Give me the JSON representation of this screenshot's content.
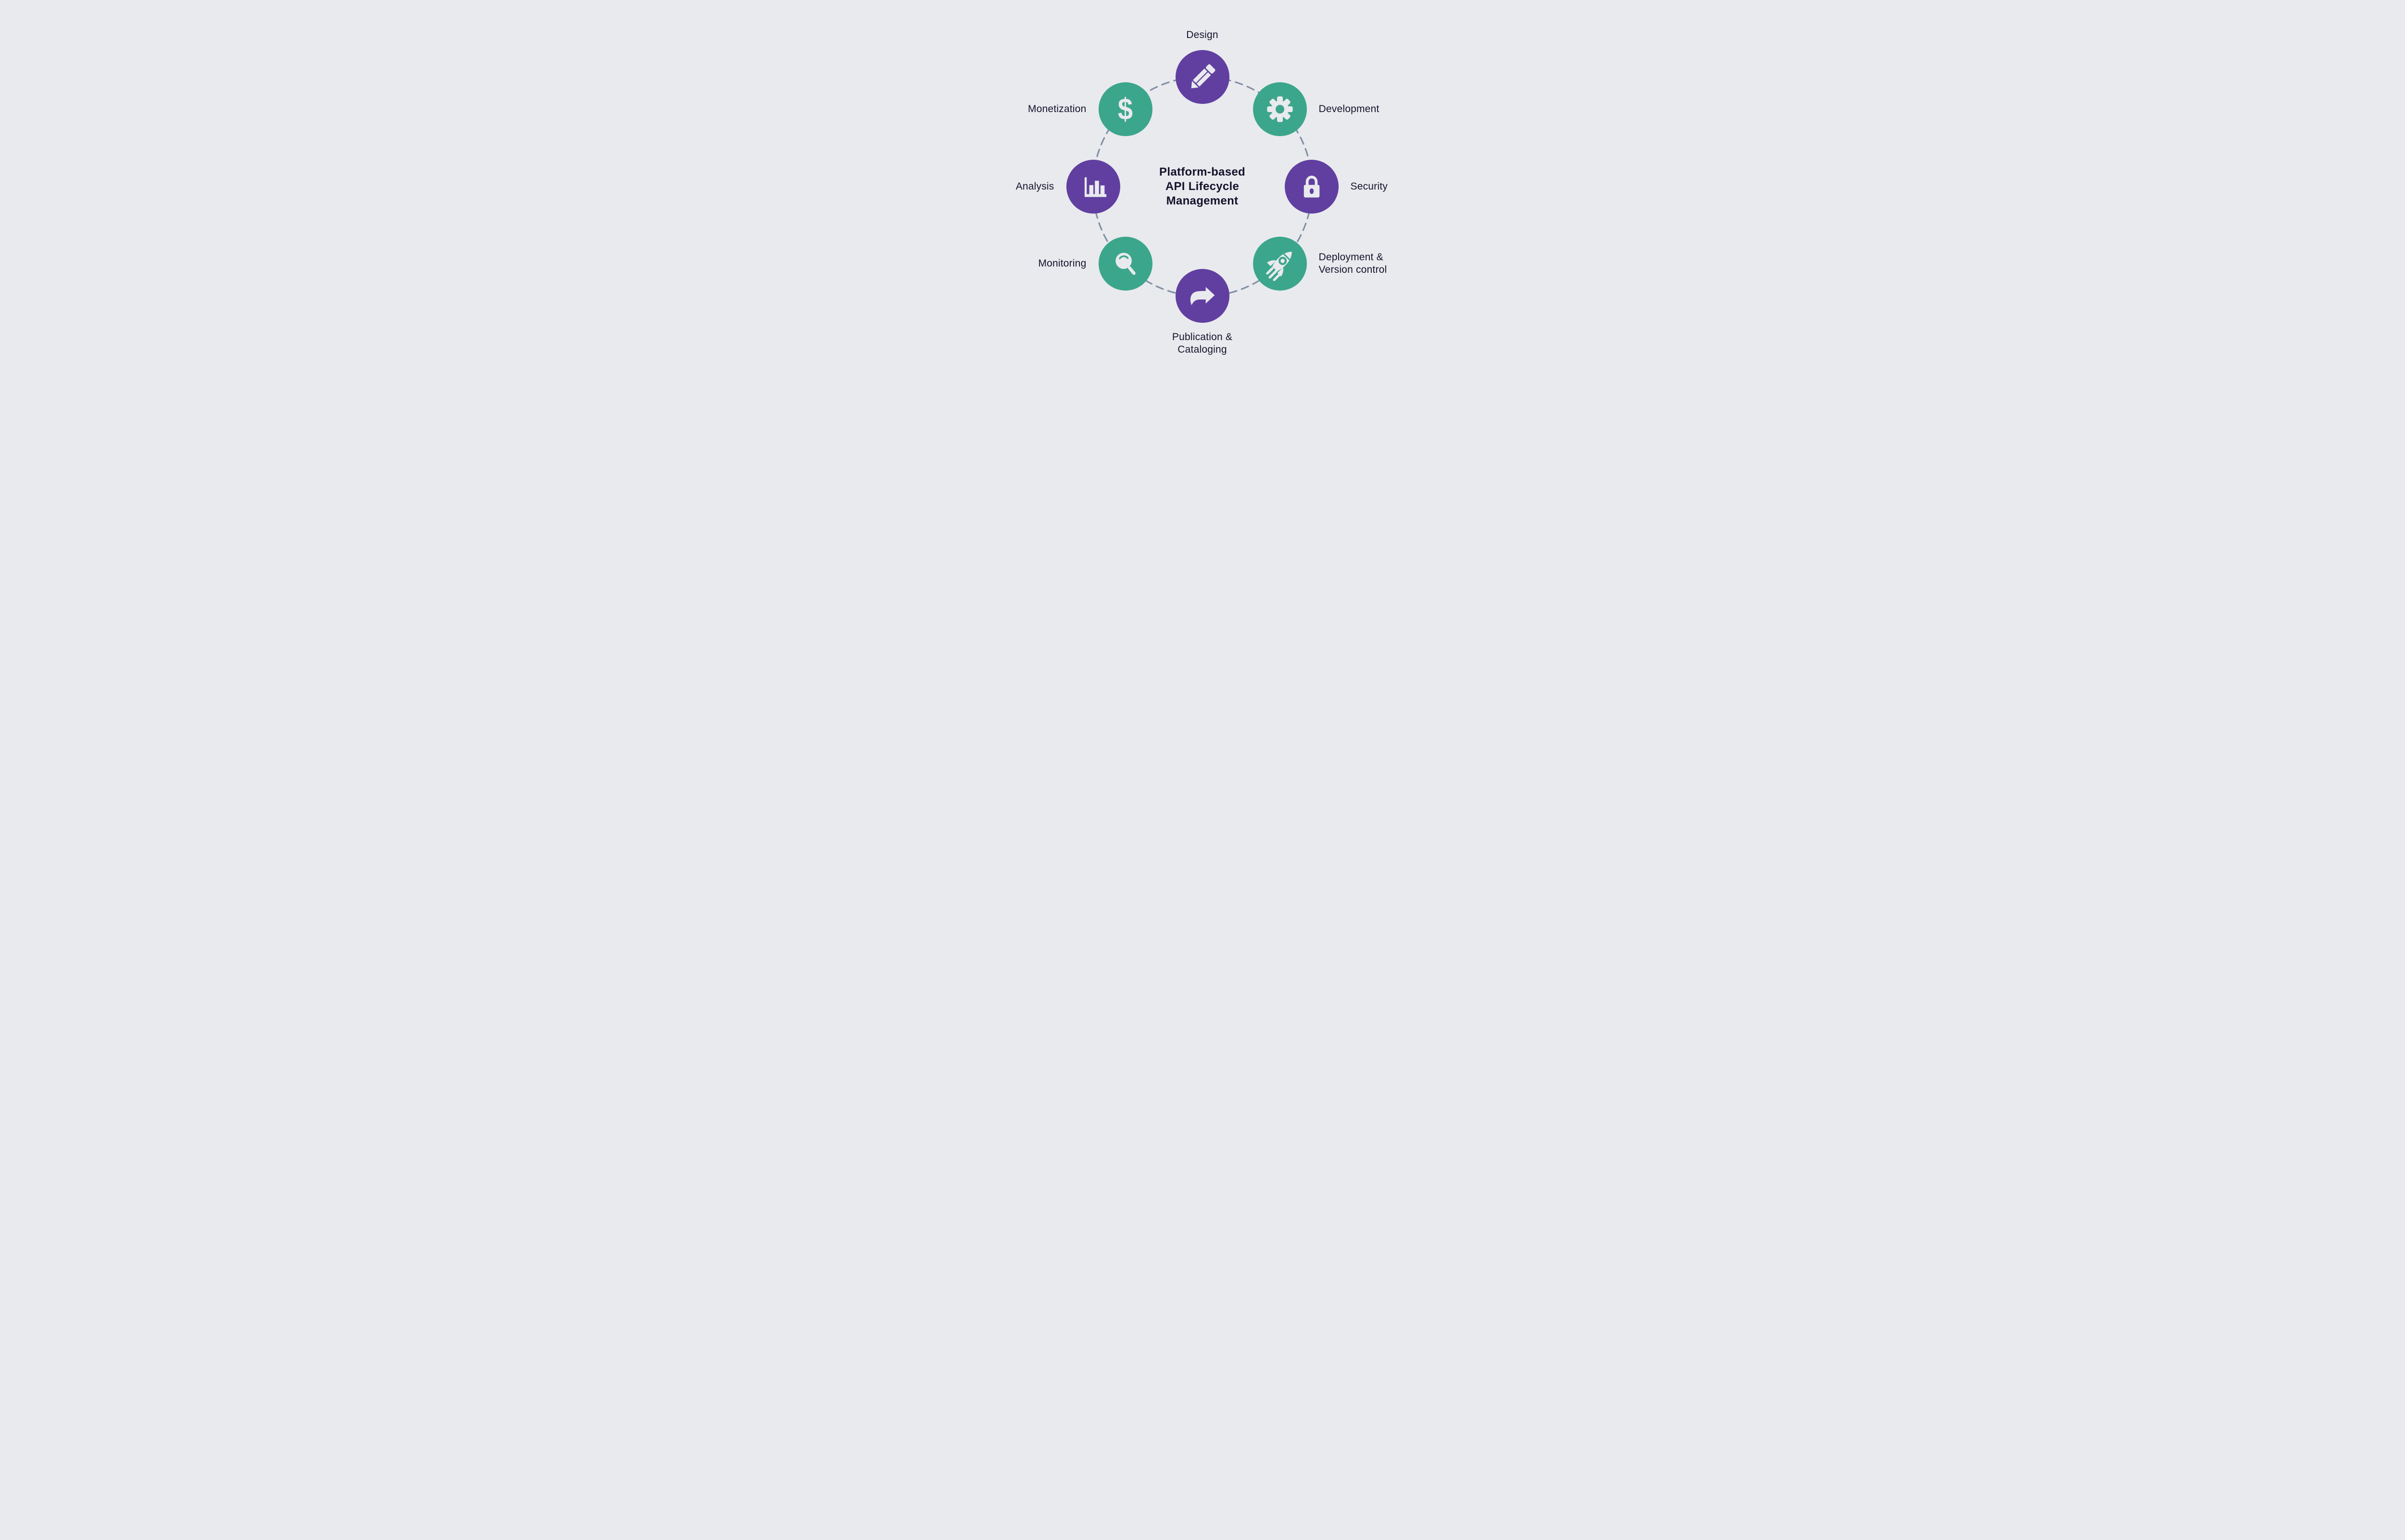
{
  "title": {
    "line1": "Platform-based",
    "line2": "API Lifecycle",
    "line3": "Management"
  },
  "colors": {
    "background": "#E9EAEE",
    "purple": "#613FA0",
    "green": "#3CA68C",
    "text": "#15122B",
    "dash": "#8290A5",
    "icon_fill": "#E9EAEE"
  },
  "ring": {
    "style": "dashed",
    "description": "dashed circle connecting all stages"
  },
  "nodes": [
    {
      "label": "Design",
      "icon": "pencil-icon",
      "color": "purple",
      "position": "top"
    },
    {
      "label": "Development",
      "icon": "gear-icon",
      "color": "green",
      "position": "top-right"
    },
    {
      "label": "Security",
      "icon": "lock-icon",
      "color": "purple",
      "position": "right"
    },
    {
      "label_line1": "Deployment &",
      "label_line2": "Version control",
      "icon": "rocket-icon",
      "color": "green",
      "position": "bottom-right"
    },
    {
      "label_line1": "Publication &",
      "label_line2": "Cataloging",
      "icon": "share-arrow-icon",
      "color": "purple",
      "position": "bottom"
    },
    {
      "label": "Monitoring",
      "icon": "magnifier-icon",
      "color": "green",
      "position": "bottom-left"
    },
    {
      "label": "Analysis",
      "icon": "bar-chart-icon",
      "color": "purple",
      "position": "left"
    },
    {
      "label": "Monetization",
      "icon": "dollar-icon",
      "color": "green",
      "position": "top-left"
    }
  ],
  "glyphs": {
    "dollar": "$"
  }
}
